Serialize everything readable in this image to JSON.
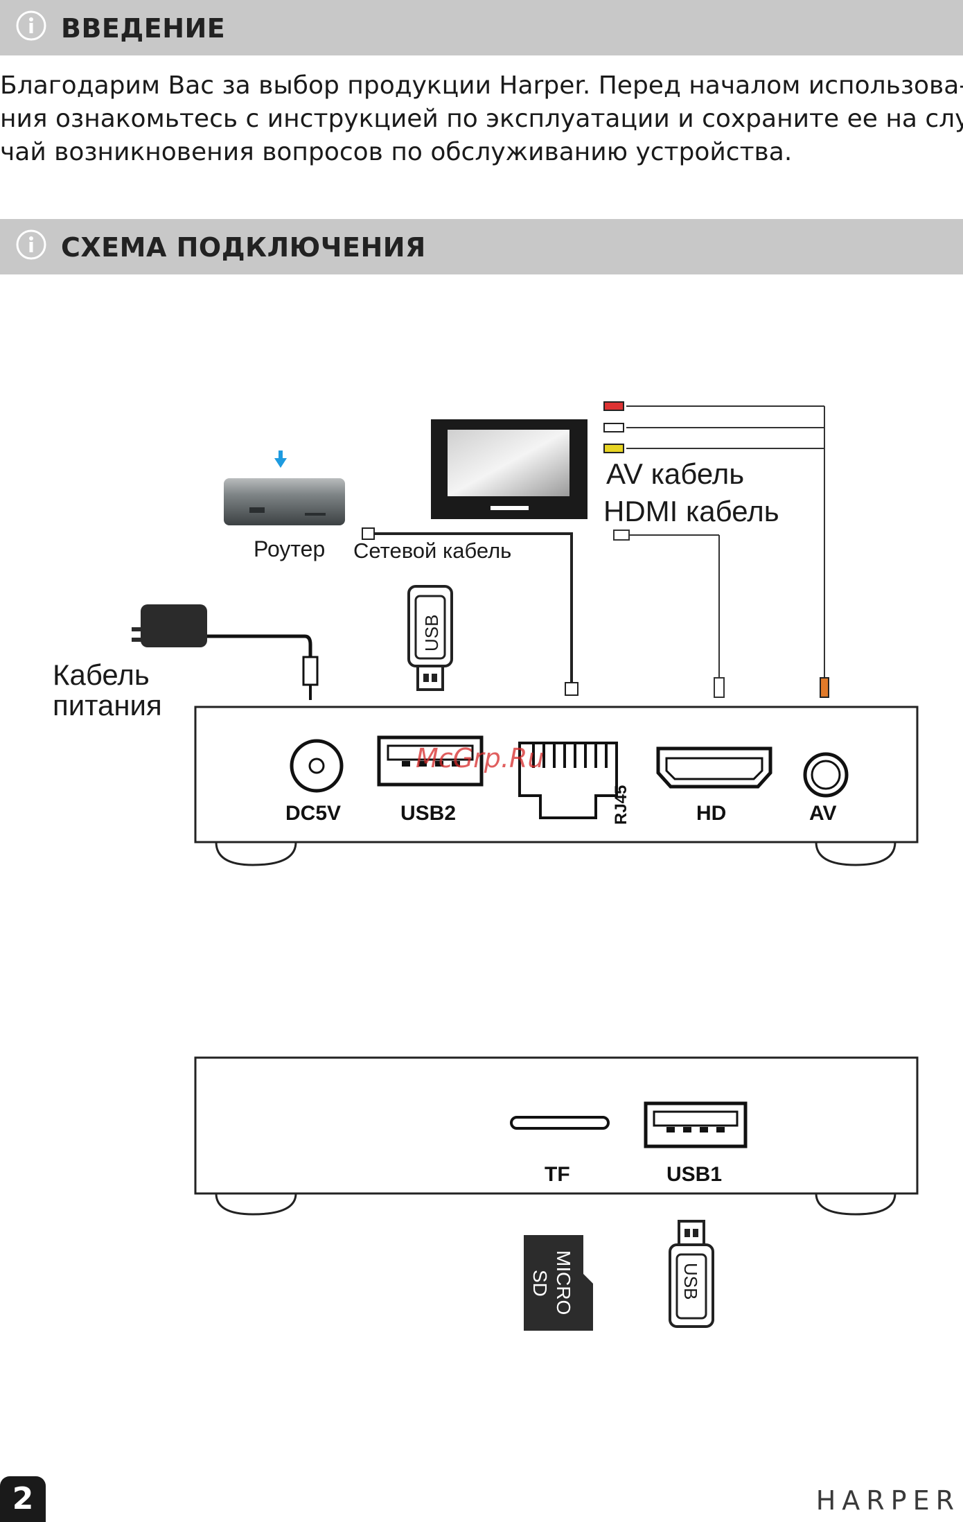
{
  "sections": [
    {
      "title": "ВВЕДЕНИЕ",
      "icon": "info-icon"
    },
    {
      "title": "СХЕМА ПОДКЛЮЧЕНИЯ",
      "icon": "info-icon"
    }
  ],
  "intro": {
    "lines": [
      "Благодарим Вас за выбор продукции Harper. Перед началом использова-",
      "ния ознакомьтесь с инструкцией по эксплуатации и сохраните ее на слу-",
      "чай возникновения вопросов по обслуживанию устройства."
    ]
  },
  "diagram": {
    "labels": {
      "av_cable": "AV кабель",
      "hdmi_cable": "HDMI кабель",
      "router": "Роутер",
      "network_cable": "Сетевой кабель",
      "power_cable_line1": "Кабель",
      "power_cable_line2": "питания",
      "usb_stick_top": "USB",
      "usb_stick_bottom": "USB",
      "micro_sd_line1": "MICRO",
      "micro_sd_line2": "SD"
    },
    "rear_ports": [
      "DC5V",
      "USB2",
      "",
      "HD",
      "AV"
    ],
    "lan_port_label": "RJ45",
    "front_ports": [
      "TF",
      "USB1"
    ]
  },
  "watermark": "McGrp.Ru",
  "footer": {
    "page_number": "2",
    "brand": "HARPER"
  },
  "colors": {
    "header_bg": "#c8c8c8",
    "accent_blue": "#1e9be0",
    "watermark": "#d62828"
  }
}
